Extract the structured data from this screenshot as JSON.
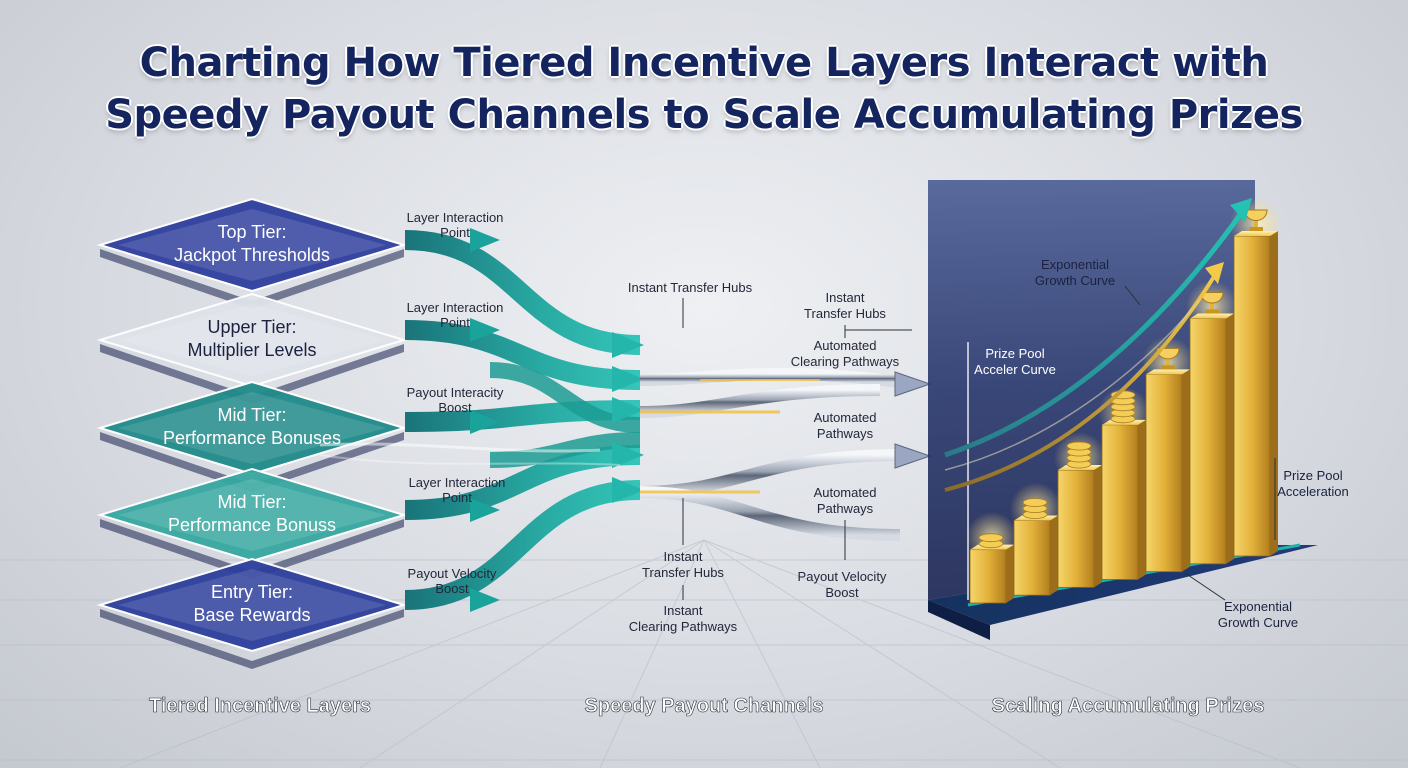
{
  "title": {
    "line1": "Charting How Tiered Incentive Layers Interact with",
    "line2": "Speedy Payout Channels to Scale Accumulating Prizes"
  },
  "tiers": [
    {
      "line1": "Top Tier:",
      "line2": "Jackpot Thresholds",
      "color": "#2f3f9e"
    },
    {
      "line1": "Upper Tier:",
      "line2": "Multiplier Levels",
      "color": "#dfe3ea"
    },
    {
      "line1": "Mid Tier:",
      "line2": "Performance Bonuses",
      "color": "#1f8a8a"
    },
    {
      "line1": "Mid Tier:",
      "line2": "Performance Bonuss",
      "color": "#36a8a0"
    },
    {
      "line1": "Entry Tier:",
      "line2": "Base Rewards",
      "color": "#2c3f9c"
    }
  ],
  "arrow_labels": [
    {
      "line1": "Layer Interaction",
      "line2": "Point"
    },
    {
      "line1": "Layer Interaction",
      "line2": "Point"
    },
    {
      "line1": "Payout Interacity",
      "line2": "Boost"
    },
    {
      "line1": "Layer Interaction",
      "line2": "Point"
    },
    {
      "line1": "Payout Velocity",
      "line2": "Boost"
    }
  ],
  "channel_labels": {
    "hubs_top": "Instant Transfer Hubs",
    "hubs_right1": "Instant",
    "hubs_right2": "Transfer Hubs",
    "clearing1": "Automated",
    "clearing2": "Clearing Pathways",
    "auto1a": "Automated",
    "auto1b": "Pathways",
    "auto2a": "Automated",
    "auto2b": "Pathways",
    "hubs_bottom1": "Instant",
    "hubs_bottom2": "Transfer Hubs",
    "clearing_bottom1": "Instant",
    "clearing_bottom2": "Clearing Pathways",
    "velocity1": "Payout Velocity",
    "velocity2": "Boost"
  },
  "prize_labels": {
    "growth1": "Exponential",
    "growth2": "Growth Curve",
    "pool1": "Prize Pool",
    "pool2": "Acceler Curve",
    "accel1": "Prize Pool",
    "accel2": "Acceleration",
    "growth_b1": "Exponential",
    "growth_b2": "Growth Curve"
  },
  "section_labels": {
    "left": "Tiered Incentive Layers",
    "middle": "Speedy Payout Channels",
    "right": "Scaling Accumulating Prizes"
  },
  "chart_data": {
    "type": "bar",
    "categories": [
      "",
      "",
      "",
      "",
      "",
      "",
      ""
    ],
    "values": [
      1,
      1.4,
      2.2,
      2.9,
      3.7,
      4.6,
      6.0
    ],
    "title": "",
    "xlabel": "",
    "ylabel": ""
  },
  "colors": {
    "navy": "#13245e",
    "teal": "#1aa39a",
    "gold": "#e0b23c",
    "chrome": "#b9c0cc"
  }
}
